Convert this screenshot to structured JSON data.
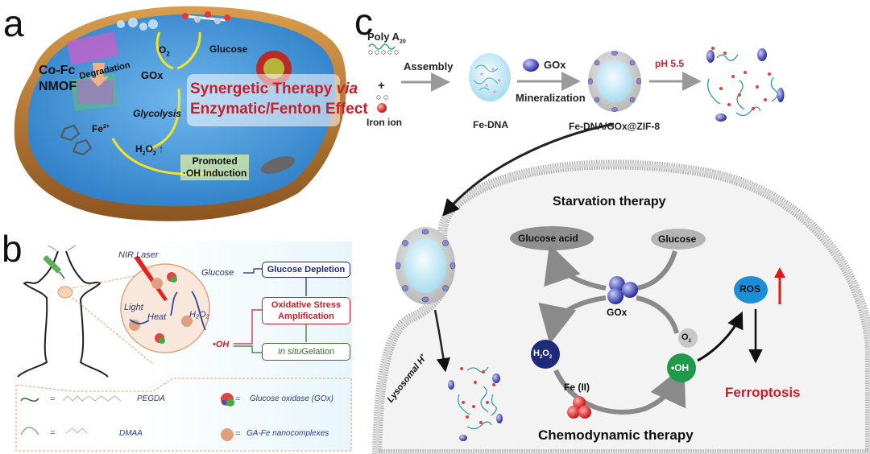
{
  "panels": {
    "a": {
      "label": "a",
      "co_fc_nmof": [
        "Co-Fc",
        "NMOF"
      ],
      "degradation": "Degradation",
      "o2": "O",
      "o2_sub": "2",
      "glucose": "Glucose",
      "gox": "GOx",
      "glycolysis": "Glycolysis",
      "fe2": "Fe",
      "fe2_sup": "2+",
      "h2o2": [
        "H",
        "2",
        "O",
        "2"
      ],
      "promoted": [
        "Promoted",
        "·OH Induction"
      ],
      "synergetic_line1": "Synergetic Therapy ",
      "synergetic_via": "via",
      "synergetic_line2": "Enzymatic/Fenton Effect"
    },
    "b": {
      "label": "b",
      "nir_laser": "NIR Laser",
      "light": "Light",
      "heat": "Heat",
      "h2o2": "H₂O₂",
      "oh": "•OH",
      "glucose": "Glucose",
      "flow": {
        "glucose_depletion": "Glucose Depletion",
        "oxidative_stress": [
          "Oxidative Stress",
          "Amplification"
        ],
        "in_situ": "In situ",
        "gelation": " Gelation"
      },
      "legend": [
        {
          "symbol": "dark-green-curve",
          "name": "PEGDA"
        },
        {
          "symbol": "light-green-curve",
          "name": "DMAA"
        },
        {
          "symbol": "gox-protein",
          "name": "Glucose oxidase (GOx)"
        },
        {
          "symbol": "ga-fe-particle",
          "name": "GA-Fe nanocomplexes"
        }
      ],
      "equals": "="
    },
    "c": {
      "label": "c",
      "poly": "Poly A",
      "poly_sub": "20",
      "plus": "+",
      "iron_ion": "Iron ion",
      "assembly": "Assembly",
      "fe_dna": "Fe-DNA",
      "gox": "GOx",
      "mineralization": "Mineralization",
      "fe_dna_gox_zif": "Fe-DNA/GOx@ZIF-8",
      "ph": "pH 5.5",
      "starvation": "Starvation therapy",
      "glucose_acid": "Glucose acid",
      "glucose": "Glucose",
      "gox_center": "GOx",
      "o2": "O",
      "o2_sub": "2",
      "h2o2": [
        "H",
        "2",
        "O",
        "2"
      ],
      "fe_ii": "Fe (II)",
      "oh": "•OH",
      "ros": "ROS",
      "ferroptosis": "Ferroptosis",
      "lysosomal": "Lysosomal H",
      "lysosomal_sup": "+",
      "chemodynamic": "Chemodynamic therapy"
    }
  },
  "colors": {
    "cell_blue": "#4a97d8",
    "cell_rim": "#b97a34",
    "red_text": "#c8202a",
    "navy": "#1f2b7a",
    "green": "#1e9a4a",
    "ros_blue": "#1a8fd8",
    "membrane_gray": "#a9a9a9",
    "arrow_gray": "#8a8a8a"
  }
}
